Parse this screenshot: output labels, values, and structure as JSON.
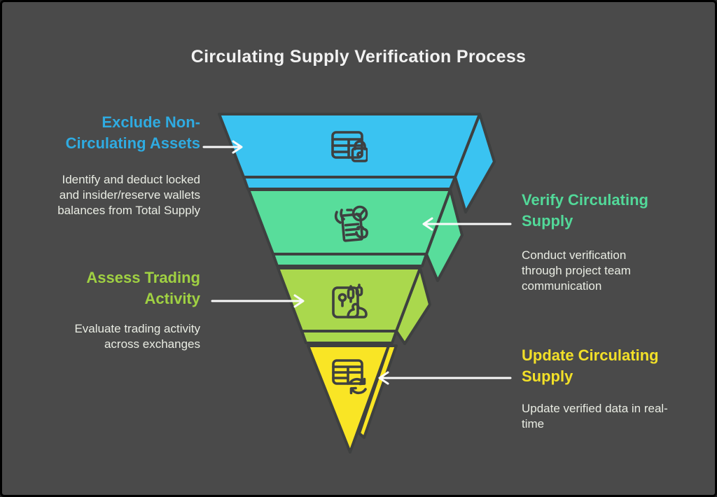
{
  "title": "Circulating Supply Verification Process",
  "colors": {
    "background": "#4a4a4a",
    "outline": "#3e4040",
    "arrow": "#fafafa",
    "title_text": "#f2f2f2",
    "description_text": "#e9ece3"
  },
  "steps": [
    {
      "heading": "Exclude Non-\nCirculating Assets",
      "description": "Identify and deduct locked\nand insider/reserve wallets\nbalances from Total Supply",
      "heading_color": "#2fabe1",
      "fill": "#3ac3f1",
      "icon": "table-lock-icon",
      "side": "left"
    },
    {
      "heading": "Verify Circulating\nSupply",
      "description": "Conduct verification\nthrough project team\ncommunication",
      "heading_color": "#52d999",
      "fill": "#58dd9b",
      "icon": "hand-checklist-icon",
      "side": "right"
    },
    {
      "heading": "Assess Trading\nActivity",
      "description": "Evaluate trading activity\nacross exchanges",
      "heading_color": "#a0d142",
      "fill": "#aad84d",
      "icon": "trading-candlestick-icon",
      "side": "left"
    },
    {
      "heading": "Update Circulating\nSupply",
      "description": "Update verified data in real-\ntime",
      "heading_color": "#f2e028",
      "fill": "#f9e525",
      "icon": "table-refresh-icon",
      "side": "right"
    }
  ]
}
